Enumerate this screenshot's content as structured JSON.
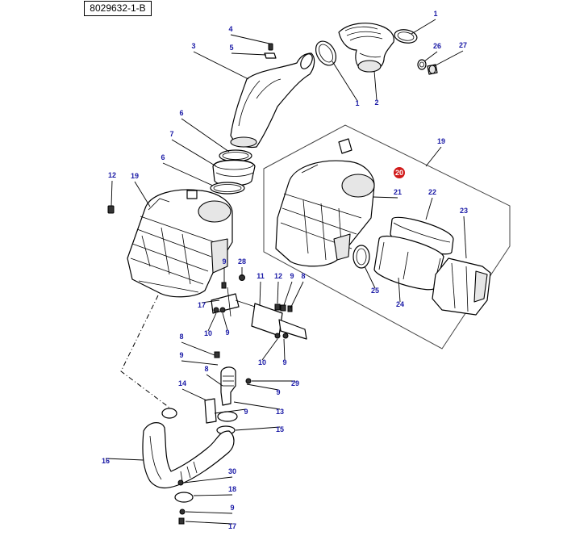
{
  "reference": {
    "code": "8029632-1-B"
  },
  "colors": {
    "callout": "#1a1aa6",
    "flag": "#d11a1a"
  },
  "callouts": [
    {
      "id": "c1a",
      "label": "1"
    },
    {
      "id": "c1b",
      "label": "1"
    },
    {
      "id": "c2",
      "label": "2"
    },
    {
      "id": "c3",
      "label": "3"
    },
    {
      "id": "c4",
      "label": "4"
    },
    {
      "id": "c5",
      "label": "5"
    },
    {
      "id": "c6a",
      "label": "6"
    },
    {
      "id": "c6b",
      "label": "6"
    },
    {
      "id": "c7",
      "label": "7"
    },
    {
      "id": "c8a",
      "label": "8"
    },
    {
      "id": "c8b",
      "label": "8"
    },
    {
      "id": "c8c",
      "label": "8"
    },
    {
      "id": "c9a",
      "label": "9"
    },
    {
      "id": "c9b",
      "label": "9"
    },
    {
      "id": "c9c",
      "label": "9"
    },
    {
      "id": "c9d",
      "label": "9"
    },
    {
      "id": "c9e",
      "label": "9"
    },
    {
      "id": "c9f",
      "label": "9"
    },
    {
      "id": "c9g",
      "label": "9"
    },
    {
      "id": "c9h",
      "label": "9"
    },
    {
      "id": "c10a",
      "label": "10"
    },
    {
      "id": "c10b",
      "label": "10"
    },
    {
      "id": "c11",
      "label": "11"
    },
    {
      "id": "c12a",
      "label": "12"
    },
    {
      "id": "c12b",
      "label": "12"
    },
    {
      "id": "c13",
      "label": "13"
    },
    {
      "id": "c14",
      "label": "14"
    },
    {
      "id": "c15",
      "label": "15"
    },
    {
      "id": "c16",
      "label": "16"
    },
    {
      "id": "c17a",
      "label": "17"
    },
    {
      "id": "c17b",
      "label": "17"
    },
    {
      "id": "c18",
      "label": "18"
    },
    {
      "id": "c19a",
      "label": "19"
    },
    {
      "id": "c19b",
      "label": "19"
    },
    {
      "id": "c20",
      "label": "20",
      "flagged": true
    },
    {
      "id": "c21",
      "label": "21"
    },
    {
      "id": "c22",
      "label": "22"
    },
    {
      "id": "c23",
      "label": "23"
    },
    {
      "id": "c24",
      "label": "24"
    },
    {
      "id": "c25",
      "label": "25"
    },
    {
      "id": "c26",
      "label": "26"
    },
    {
      "id": "c27",
      "label": "27"
    },
    {
      "id": "c28",
      "label": "28"
    },
    {
      "id": "c29",
      "label": "29"
    },
    {
      "id": "c30",
      "label": "30"
    }
  ]
}
